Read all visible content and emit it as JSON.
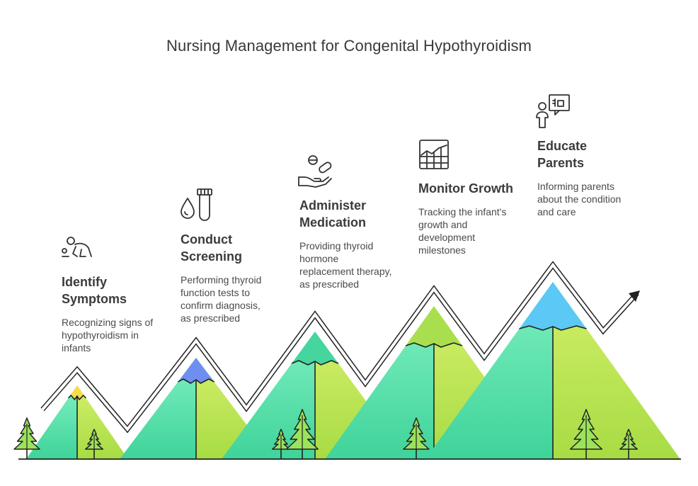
{
  "title": "Nursing Management for Congenital Hypothyroidism",
  "steps": [
    {
      "icon": "crawling-baby-icon",
      "heading": "Identify\nSymptoms",
      "description": "Recognizing signs of\nhypothyroidism in\ninfants",
      "peak_color": "#f5dc4a"
    },
    {
      "icon": "drop-and-test-tube-icon",
      "heading": "Conduct\nScreening",
      "description": "Performing thyroid\nfunction tests to\nconfirm diagnosis,\nas prescribed",
      "peak_color": "#6f8ff0"
    },
    {
      "icon": "hand-with-pills-icon",
      "heading": "Administer\nMedication",
      "description": "Providing thyroid\nhormone\nreplacement therapy,\nas prescribed",
      "peak_color": "#45d6a0"
    },
    {
      "icon": "growth-chart-icon",
      "heading": "Monitor Growth",
      "description": "Tracking the infant's\ngrowth and\ndevelopment\nmilestones",
      "peak_color": "#a9df4e"
    },
    {
      "icon": "parent-education-icon",
      "heading": "Educate\nParents",
      "description": "Informing parents\nabout the condition\nand care",
      "peak_color": "#5bc8f5"
    }
  ],
  "colors": {
    "mountain_left": "#3fd39a",
    "mountain_right": "#b7e04a",
    "tree": "#9be35a",
    "outline": "#222222"
  }
}
